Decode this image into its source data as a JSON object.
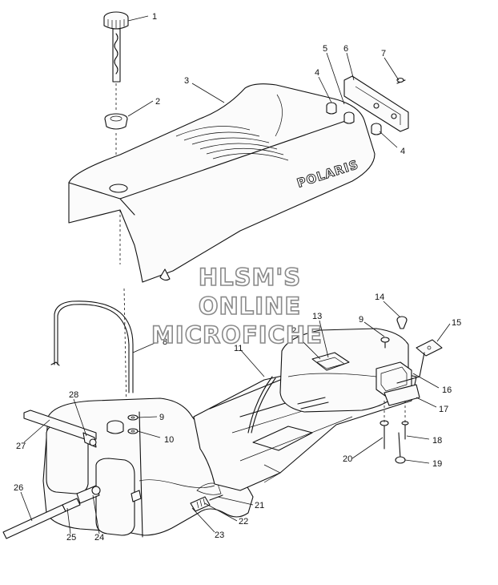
{
  "watermark": {
    "line1": "HLSM'S",
    "line2": "ONLINE",
    "line3": "MICROFICHE"
  },
  "seat_brand": "POLARIS",
  "callouts": {
    "c1": "1",
    "c2": "2",
    "c3": "3",
    "c4a": "4",
    "c4b": "4",
    "c5": "5",
    "c6": "6",
    "c7": "7",
    "c8": "8",
    "c9a": "9",
    "c9b": "9",
    "c10": "10",
    "c11": "11",
    "c12": "12",
    "c13": "13",
    "c14": "14",
    "c15": "15",
    "c16": "16",
    "c17": "17",
    "c18": "18",
    "c19": "19",
    "c20": "20",
    "c21": "21",
    "c22": "22",
    "c23": "23",
    "c24": "24",
    "c25": "25",
    "c26": "26",
    "c27": "27",
    "c28": "28"
  }
}
